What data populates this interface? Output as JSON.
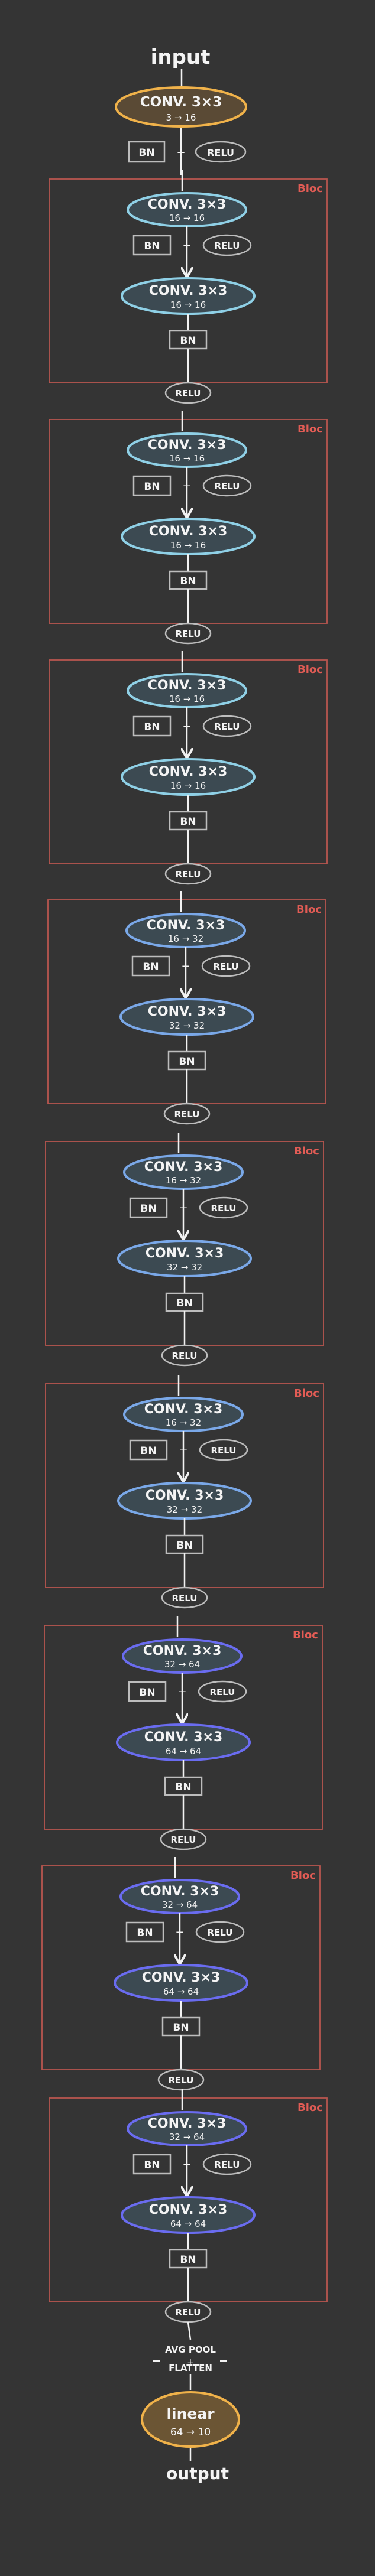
{
  "input_label": "input",
  "output_label": "output",
  "first_conv": {
    "title": "CONV. 3×3",
    "dims": "3 → 16"
  },
  "first_bn": "BN",
  "first_relu": "RELU",
  "bloc_label": "Bloc",
  "blocks": [
    {
      "conv1": {
        "title": "CONV. 3×3",
        "dims": "16 → 16"
      },
      "conv2": {
        "title": "CONV. 3×3",
        "dims": "16 → 16"
      },
      "bn1": "BN",
      "relu1": "RELU",
      "bn2": "BN",
      "relu_out": "RELU",
      "color": "#8fd0e6"
    },
    {
      "conv1": {
        "title": "CONV. 3×3",
        "dims": "16 → 16"
      },
      "conv2": {
        "title": "CONV. 3×3",
        "dims": "16 → 16"
      },
      "bn1": "BN",
      "relu1": "RELU",
      "bn2": "BN",
      "relu_out": "RELU",
      "color": "#8fd0e6"
    },
    {
      "conv1": {
        "title": "CONV. 3×3",
        "dims": "16 → 16"
      },
      "conv2": {
        "title": "CONV. 3×3",
        "dims": "16 → 16"
      },
      "bn1": "BN",
      "relu1": "RELU",
      "bn2": "BN",
      "relu_out": "RELU",
      "color": "#8fd0e6"
    },
    {
      "conv1": {
        "title": "CONV. 3×3",
        "dims": "16 → 32"
      },
      "conv2": {
        "title": "CONV. 3×3",
        "dims": "32 → 32"
      },
      "bn1": "BN",
      "relu1": "RELU",
      "bn2": "BN",
      "relu_out": "RELU",
      "color": "#7aa8e8"
    },
    {
      "conv1": {
        "title": "CONV. 3×3",
        "dims": "16 → 32"
      },
      "conv2": {
        "title": "CONV. 3×3",
        "dims": "32 → 32"
      },
      "bn1": "BN",
      "relu1": "RELU",
      "bn2": "BN",
      "relu_out": "RELU",
      "color": "#7aa8e8"
    },
    {
      "conv1": {
        "title": "CONV. 3×3",
        "dims": "16 → 32"
      },
      "conv2": {
        "title": "CONV. 3×3",
        "dims": "32 → 32"
      },
      "bn1": "BN",
      "relu1": "RELU",
      "bn2": "BN",
      "relu_out": "RELU",
      "color": "#7aa8e8"
    },
    {
      "conv1": {
        "title": "CONV. 3×3",
        "dims": "32 → 64"
      },
      "conv2": {
        "title": "CONV. 3×3",
        "dims": "64 → 64"
      },
      "bn1": "BN",
      "relu1": "RELU",
      "bn2": "BN",
      "relu_out": "RELU",
      "color": "#6a6cf0"
    },
    {
      "conv1": {
        "title": "CONV. 3×3",
        "dims": "32 → 64"
      },
      "conv2": {
        "title": "CONV. 3×3",
        "dims": "64 → 64"
      },
      "bn1": "BN",
      "relu1": "RELU",
      "bn2": "BN",
      "relu_out": "RELU",
      "color": "#6a6cf0"
    },
    {
      "conv1": {
        "title": "CONV. 3×3",
        "dims": "32 → 64"
      },
      "conv2": {
        "title": "CONV. 3×3",
        "dims": "64 → 64"
      },
      "bn1": "BN",
      "relu1": "RELU",
      "bn2": "BN",
      "relu_out": "RELU",
      "color": "#6a6cf0"
    }
  ],
  "pool_label_1": "AVG POOL",
  "pool_label_2": "FLATTEN",
  "linear": {
    "title": "linear",
    "dims": "64 → 10"
  },
  "colors": {
    "background": "#343434",
    "stroke": "#f2f2f2",
    "first_conv": "#f0b24a",
    "linear": "#f0b24a",
    "bloc_border": "#b8554f",
    "bloc_label": "#e25c55",
    "bn_border": "#bdbdbd"
  }
}
